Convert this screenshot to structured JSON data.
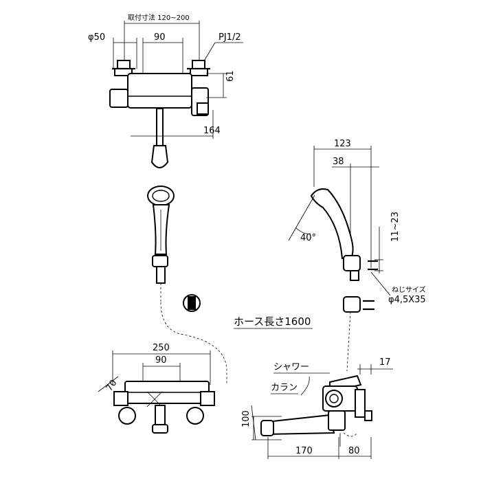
{
  "top_view": {
    "mount_range": "取付寸法 120~200",
    "dia_pipe": "φ50",
    "center_width": "90",
    "thread": "PJ1/2",
    "height": "61",
    "depth": "164"
  },
  "side_view": {
    "offset_total": "123",
    "offset_inner": "38",
    "angle": "40°",
    "bracket_range": "11~23",
    "screw_label": "ねじサイズ",
    "screw_size": "φ4,5X35",
    "hose_length": "ホース長さ1600"
  },
  "front_view": {
    "width_total": "250",
    "center_width": "90",
    "depth": "70",
    "height": "100",
    "spout_length": "170",
    "body_depth": "80",
    "offset": "17",
    "shower_label": "シャワー",
    "spout_label": "カラン"
  }
}
